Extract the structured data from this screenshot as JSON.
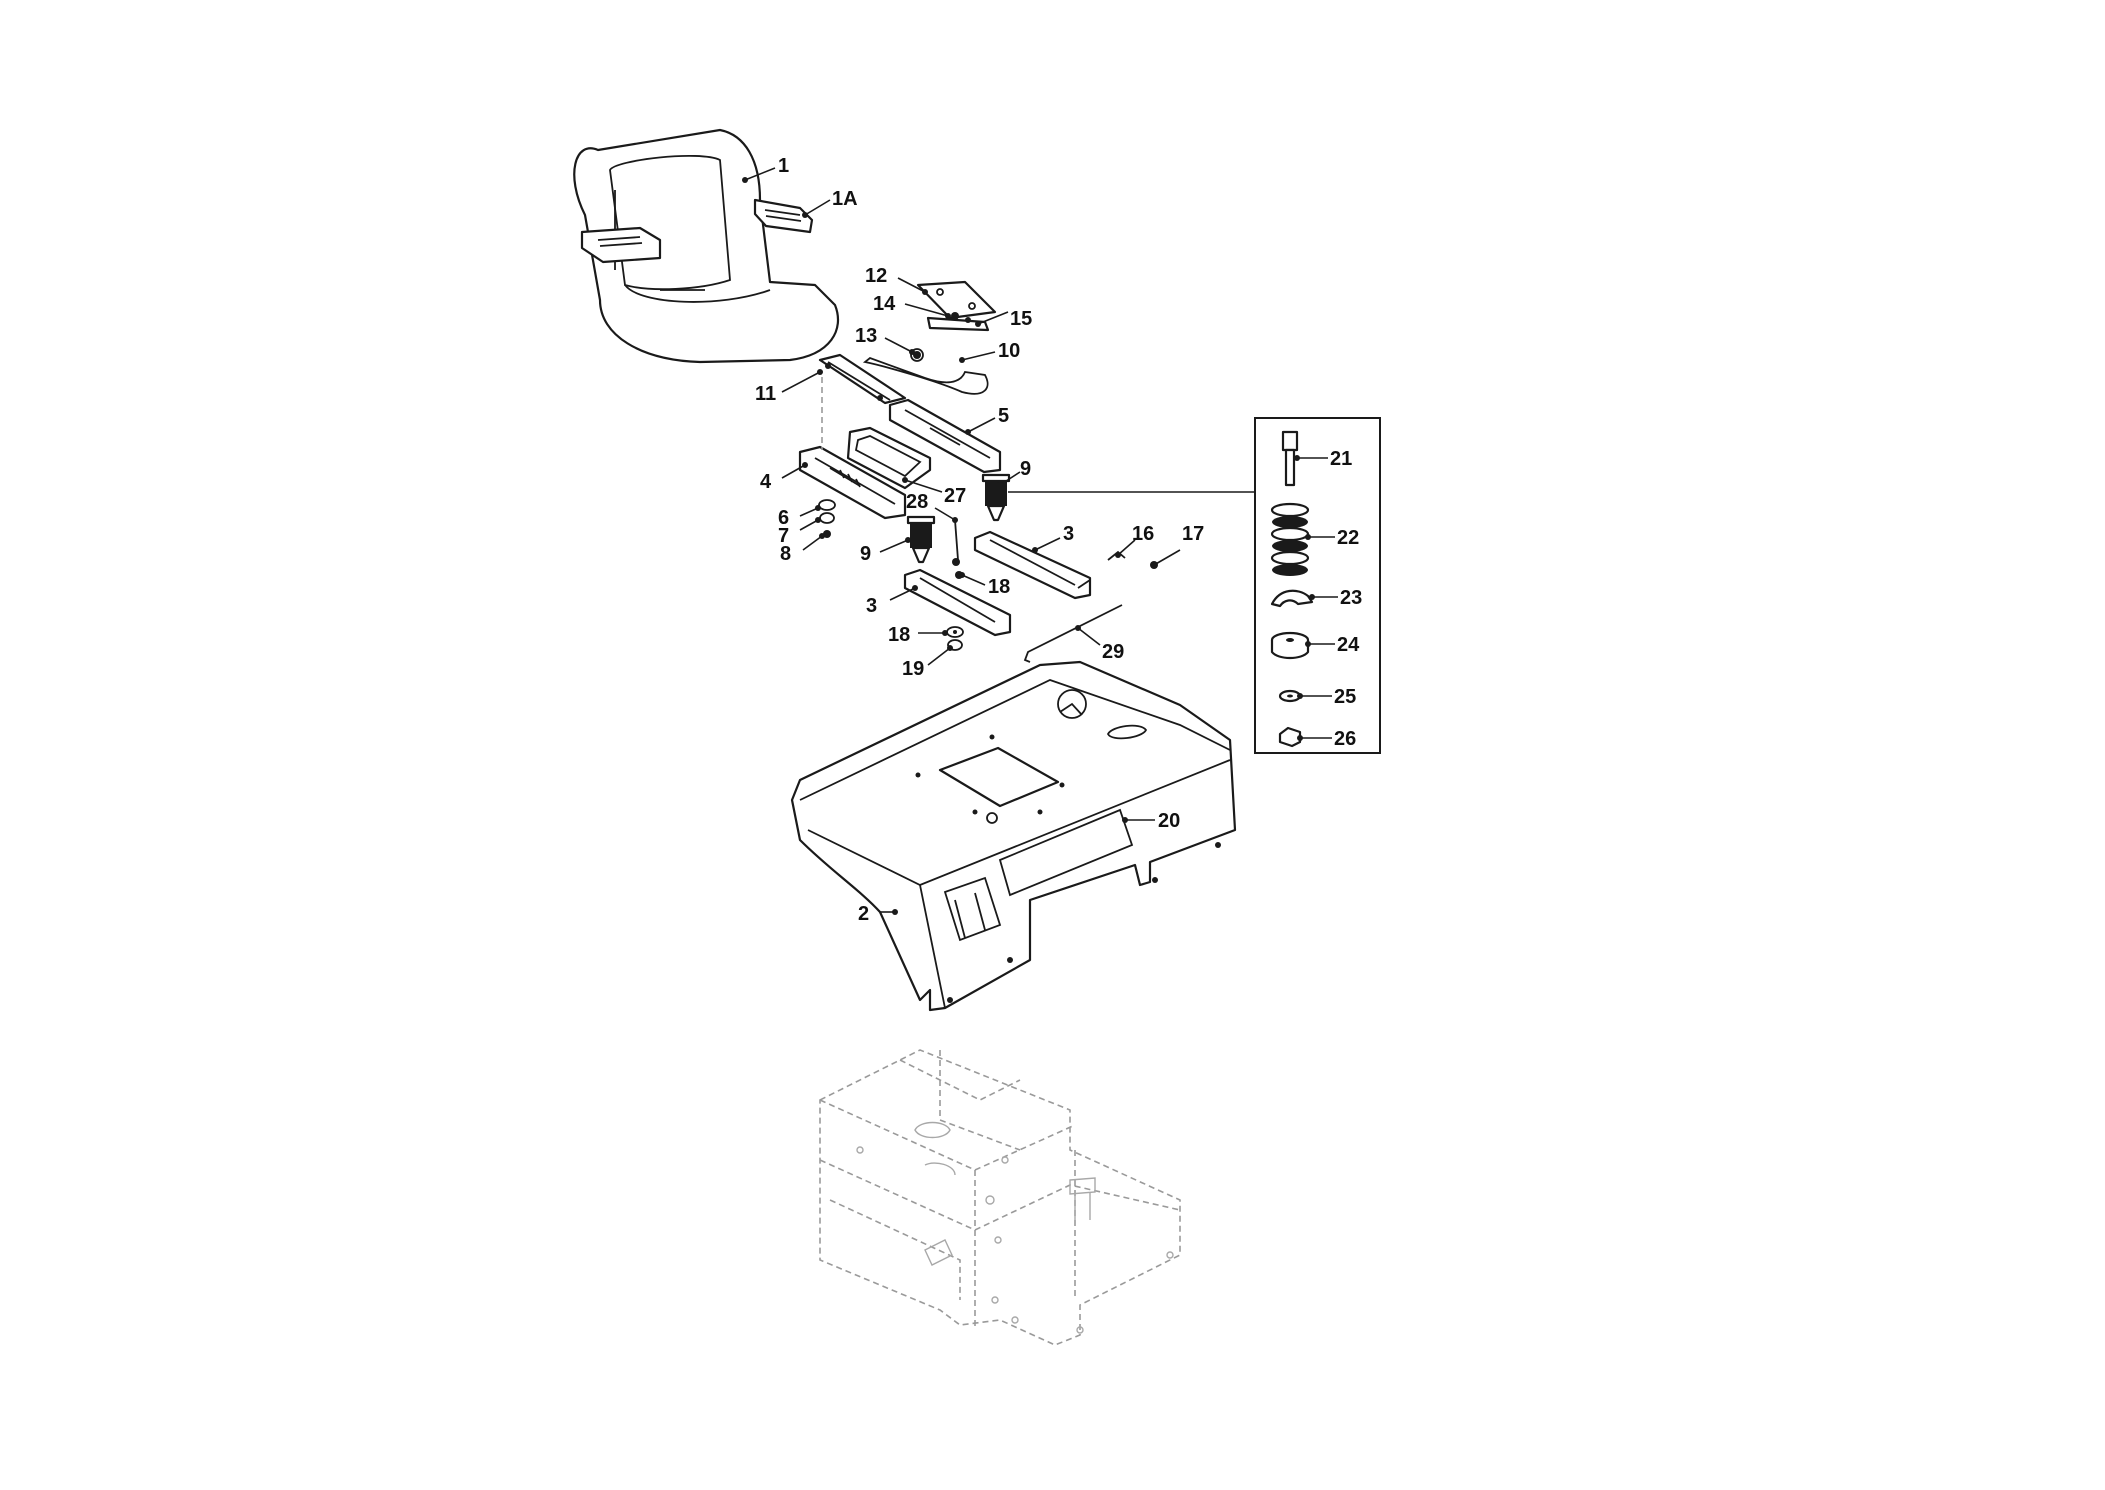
{
  "callouts": [
    {
      "id": "c1",
      "text": "1"
    },
    {
      "id": "c1a",
      "text": "1A"
    },
    {
      "id": "c2",
      "text": "2"
    },
    {
      "id": "c3a",
      "text": "3"
    },
    {
      "id": "c3b",
      "text": "3"
    },
    {
      "id": "c4",
      "text": "4"
    },
    {
      "id": "c5",
      "text": "5"
    },
    {
      "id": "c6",
      "text": "6"
    },
    {
      "id": "c7",
      "text": "7"
    },
    {
      "id": "c8",
      "text": "8"
    },
    {
      "id": "c9a",
      "text": "9"
    },
    {
      "id": "c9b",
      "text": "9"
    },
    {
      "id": "c10",
      "text": "10"
    },
    {
      "id": "c11",
      "text": "11"
    },
    {
      "id": "c12",
      "text": "12"
    },
    {
      "id": "c13",
      "text": "13"
    },
    {
      "id": "c14",
      "text": "14"
    },
    {
      "id": "c15",
      "text": "15"
    },
    {
      "id": "c16",
      "text": "16"
    },
    {
      "id": "c17",
      "text": "17"
    },
    {
      "id": "c18a",
      "text": "18"
    },
    {
      "id": "c18b",
      "text": "18"
    },
    {
      "id": "c19",
      "text": "19"
    },
    {
      "id": "c20",
      "text": "20"
    },
    {
      "id": "c21",
      "text": "21"
    },
    {
      "id": "c22",
      "text": "22"
    },
    {
      "id": "c23",
      "text": "23"
    },
    {
      "id": "c24",
      "text": "24"
    },
    {
      "id": "c25",
      "text": "25"
    },
    {
      "id": "c26",
      "text": "26"
    },
    {
      "id": "c27",
      "text": "27"
    },
    {
      "id": "c28",
      "text": "28"
    },
    {
      "id": "c29",
      "text": "29"
    }
  ],
  "colors": {
    "ink": "#1a1a1a",
    "ghost": "#9a9a9a",
    "background": "#ffffff"
  }
}
